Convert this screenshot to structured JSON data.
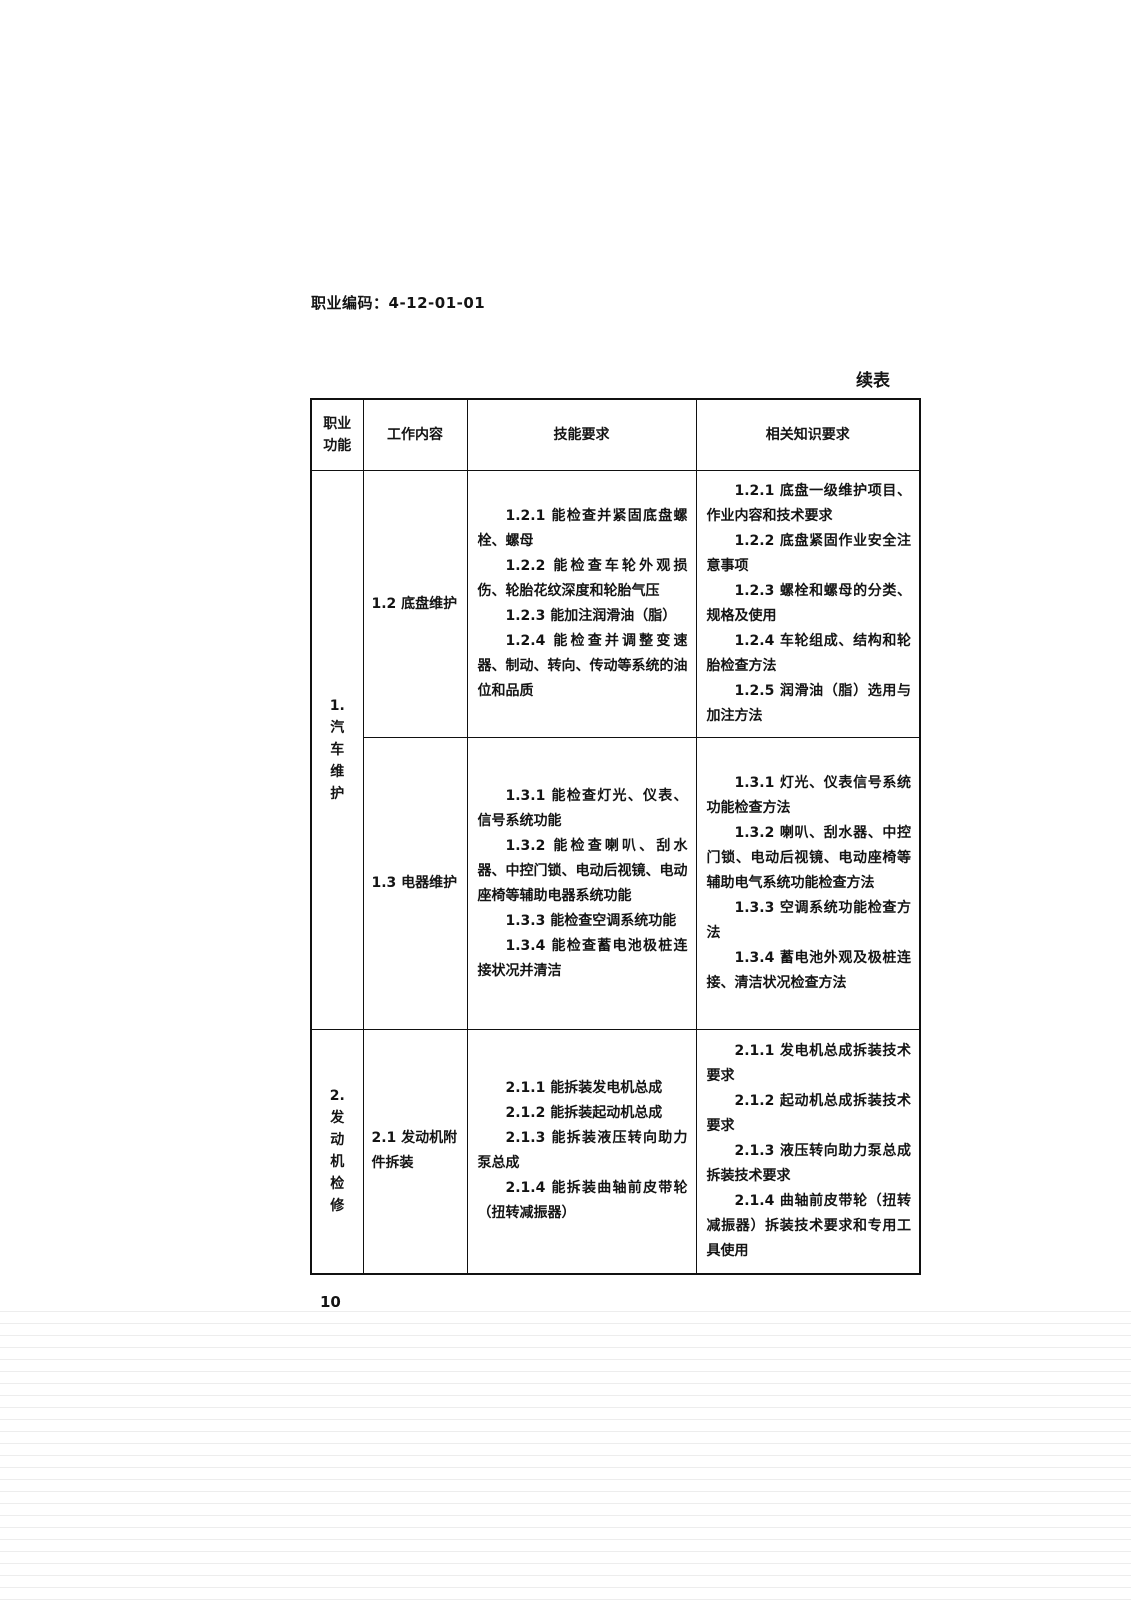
{
  "header": {
    "code_text": "职业编码：4-12-01-01",
    "continued": "续表"
  },
  "table": {
    "headers": [
      "职业功能",
      "工作内容",
      "技能要求",
      "相关知识要求"
    ],
    "func1": "1. 汽车维护",
    "func2": "2. 发动机检修",
    "rows": [
      {
        "work": "1.2 底盘维护",
        "skills": [
          "1.2.1 能检查并紧固底盘螺栓、螺母",
          "1.2.2 能检查车轮外观损伤、轮胎花纹深度和轮胎气压",
          "1.2.3 能加注润滑油（脂）",
          "1.2.4 能检查并调整变速器、制动、转向、传动等系统的油位和品质"
        ],
        "knowledge": [
          "1.2.1 底盘一级维护项目、作业内容和技术要求",
          "1.2.2 底盘紧固作业安全注意事项",
          "1.2.3 螺栓和螺母的分类、规格及使用",
          "1.2.4 车轮组成、结构和轮胎检查方法",
          "1.2.5 润滑油（脂）选用与加注方法"
        ]
      },
      {
        "work": "1.3 电器维护",
        "skills": [
          "1.3.1 能检查灯光、仪表、信号系统功能",
          "1.3.2 能检查喇叭、刮水器、中控门锁、电动后视镜、电动座椅等辅助电器系统功能",
          "1.3.3 能检查空调系统功能",
          "1.3.4 能检查蓄电池极桩连接状况并清洁"
        ],
        "knowledge": [
          "1.3.1 灯光、仪表信号系统功能检查方法",
          "1.3.2 喇叭、刮水器、中控门锁、电动后视镜、电动座椅等辅助电气系统功能检查方法",
          "1.3.3 空调系统功能检查方法",
          "1.3.4 蓄电池外观及极桩连接、清洁状况检查方法"
        ]
      },
      {
        "work": "2.1 发动机附件拆装",
        "skills": [
          "2.1.1 能拆装发电机总成",
          "2.1.2 能拆装起动机总成",
          "2.1.3 能拆装液压转向助力泵总成",
          "2.1.4 能拆装曲轴前皮带轮（扭转减振器）"
        ],
        "knowledge": [
          "2.1.1 发电机总成拆装技术要求",
          "2.1.2 起动机总成拆装技术要求",
          "2.1.3 液压转向助力泵总成拆装技术要求",
          "2.1.4 曲轴前皮带轮（扭转减振器）拆装技术要求和专用工具使用"
        ]
      }
    ]
  },
  "footer": {
    "page_number": "10"
  }
}
